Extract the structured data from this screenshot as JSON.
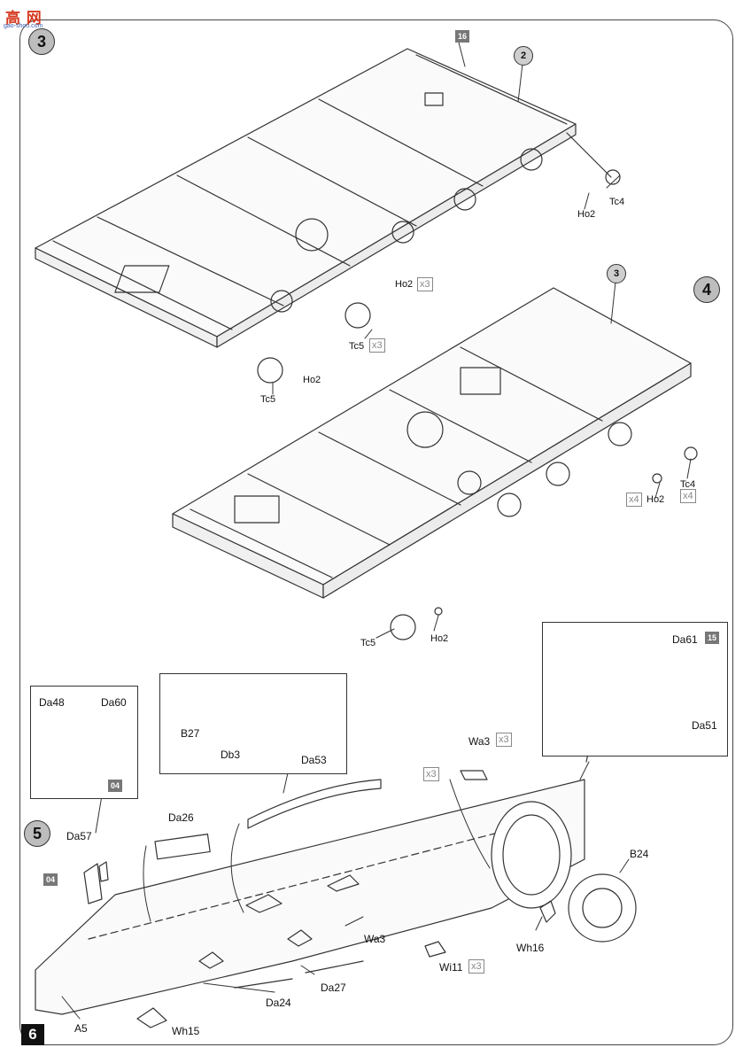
{
  "watermark": {
    "main": "高 网",
    "sub": "gao-shou.com"
  },
  "page_number": "6",
  "steps": {
    "s3": "3",
    "s4": "4",
    "s5": "5"
  },
  "part_refs": {
    "p2": "2",
    "p3": "3"
  },
  "badges": {
    "b16": "16",
    "b15": "15",
    "b04_inset": "04",
    "b04_main": "04"
  },
  "multipliers": {
    "ho2_x3": "x3",
    "tc5_x3": "x3",
    "x4_left": "x4",
    "x4_right": "x4",
    "wa3_x3": "x3",
    "mid_x3": "x3",
    "wi11_x3": "x3"
  },
  "labels": {
    "ho2_a": "Ho2",
    "tc4_a": "Tc4",
    "ho2_b": "Ho2",
    "tc5_b": "Tc5",
    "ho2_c": "Ho2",
    "tc5_c": "Tc5",
    "tc4_d": "Tc4",
    "ho2_d": "Ho2",
    "ho2_e": "Ho2",
    "tc5_e": "Tc5",
    "da48": "Da48",
    "da60": "Da60",
    "da57": "Da57",
    "b27": "B27",
    "db3": "Db3",
    "da53": "Da53",
    "da61": "Da61",
    "da51": "Da51",
    "da26": "Da26",
    "wa3_top": "Wa3",
    "b24": "B24",
    "wa3_mid": "Wa3",
    "wh16": "Wh16",
    "wi11": "Wi11",
    "da27": "Da27",
    "da24": "Da24",
    "a5": "A5",
    "wh15": "Wh15"
  }
}
